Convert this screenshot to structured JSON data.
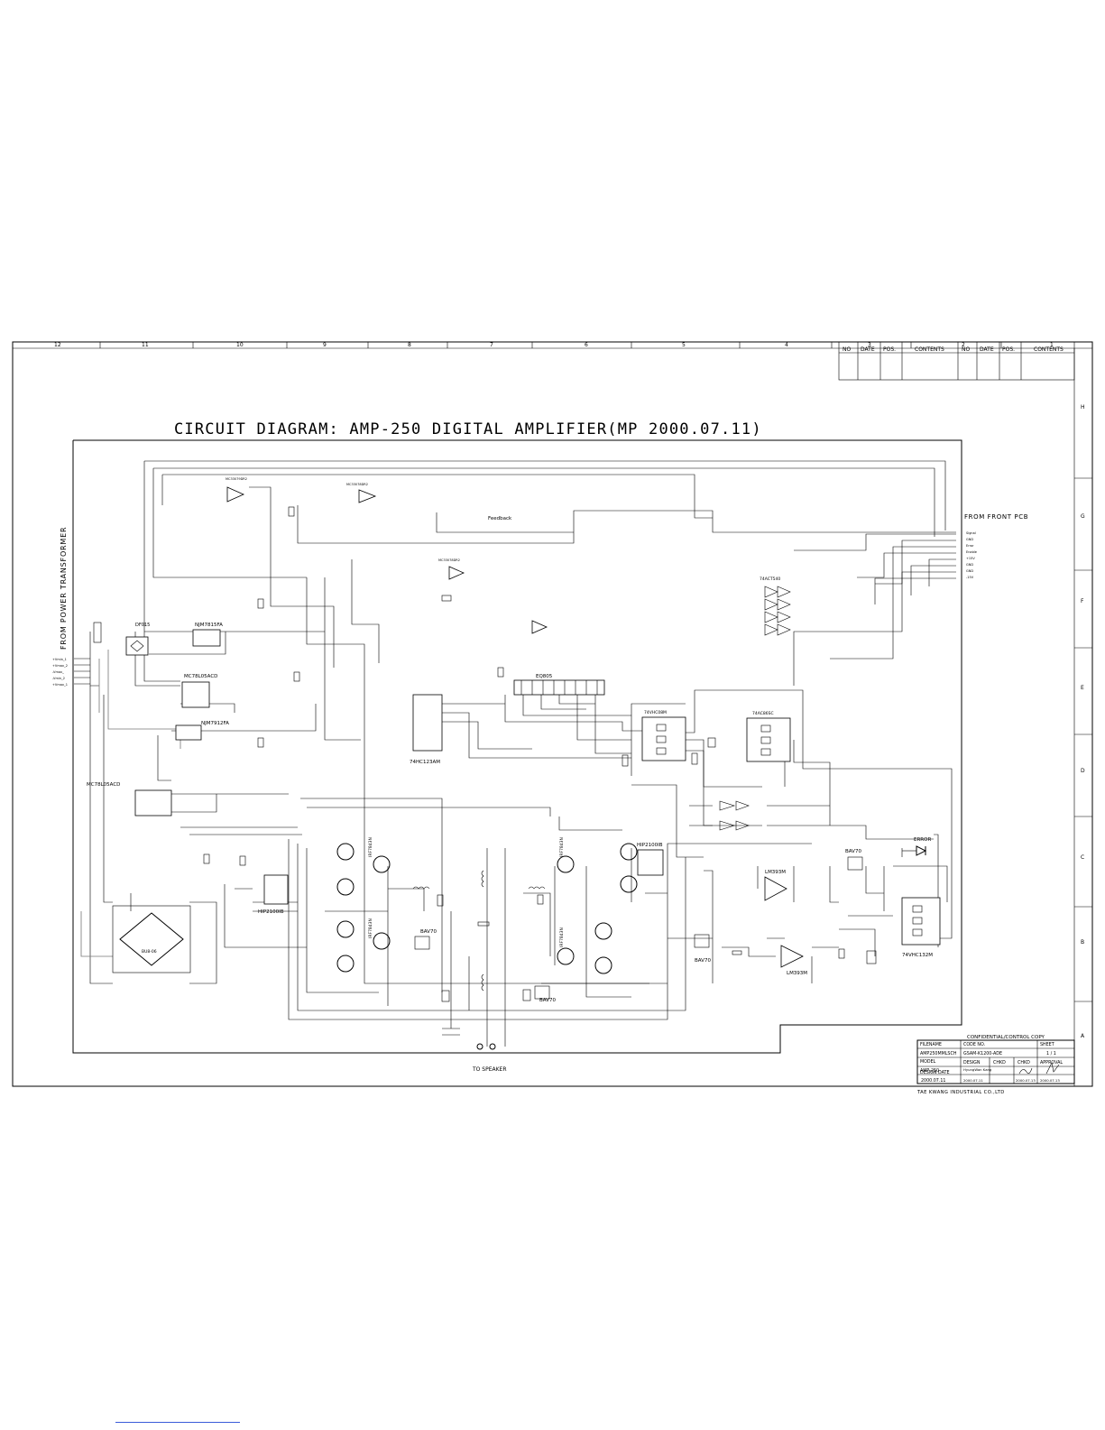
{
  "title": "CIRCUIT DIAGRAM: AMP-250 DIGITAL AMPLIFIER(MP 2000.07.11)",
  "zone_numbers_top": [
    "12",
    "11",
    "10",
    "9",
    "8",
    "7",
    "6",
    "5",
    "4",
    "3",
    "2",
    "1"
  ],
  "zone_letters_right": [
    "H",
    "G",
    "F",
    "E",
    "D",
    "C",
    "B",
    "A"
  ],
  "revision_table": {
    "headers": [
      "NO",
      "DATE",
      "POS.",
      "CONTENTS",
      "NO",
      "DATE",
      "POS.",
      "CONTENTS"
    ]
  },
  "side_labels": {
    "left": "FROM POWER TRANSFORMER",
    "right": "FROM FRONT PCB",
    "bottom": "TO SPEAKER",
    "feedback": "Feedback",
    "error": "ERROR"
  },
  "transformer_pins": [
    "+Vmin_1",
    "+Vmax_2",
    "-Vmax_",
    "-Vmin_2",
    "+Vmax_1"
  ],
  "front_pcb_pins": [
    "Signal",
    "GND",
    "Error",
    "Enable",
    "+15V",
    "GND",
    "GND",
    "-15V"
  ],
  "components": {
    "u6": "DF015",
    "u11": "NJM7815FA",
    "u12": "MC78L05ACD",
    "u14": "NJM7912FA",
    "u15": "MC78L05ACD",
    "jp": "EQ805",
    "u8": "74HC123AM",
    "u5": "74VHC08M",
    "u9": "74AC86SC",
    "u4": "74ACT540",
    "u1": "HIP2100IB",
    "u2": "HIP2100IB",
    "u3a": "LM393M",
    "u3b": "LM393M",
    "u7": "74VHC132M",
    "bridge": "BU8-06",
    "q1": "IRF7843N",
    "q2": "IRF7843N",
    "q3": "IRF7843N",
    "q4": "IRF7843N",
    "d1": "BAV70",
    "d2": "BAV70",
    "d3": "BAV70",
    "d4": "BAV70",
    "opamp1": "MC33079DR2",
    "opamp2": "MC33078DR2",
    "opamp3": "MC33078DR2"
  },
  "title_block": {
    "top": "CONFIDENTIAL/CONTROL COPY",
    "filename_label": "FILENAME",
    "filename": "AMP250MMLSCH",
    "code_label": "CODE NO.",
    "code": "GSAM-K1200-ADE",
    "sheet_label": "SHEET",
    "sheet": "1 / 1",
    "model_label": "MODEL",
    "model": "AMP-250",
    "design_label": "DESIGN",
    "chkd_label": "CHKD",
    "chkd2_label": "CHKD",
    "approval_label": "APPROVAL",
    "design_date_label": "DESIGN DATE",
    "design_date": "2000.07.11",
    "designer": "HyungWan Kang",
    "designer_date": "2000.07.11",
    "check_date": "2000.07.13",
    "approve_date": "2000.07.13",
    "company": "TAE KWANG INDUSTRIAL CO.,LTD"
  }
}
